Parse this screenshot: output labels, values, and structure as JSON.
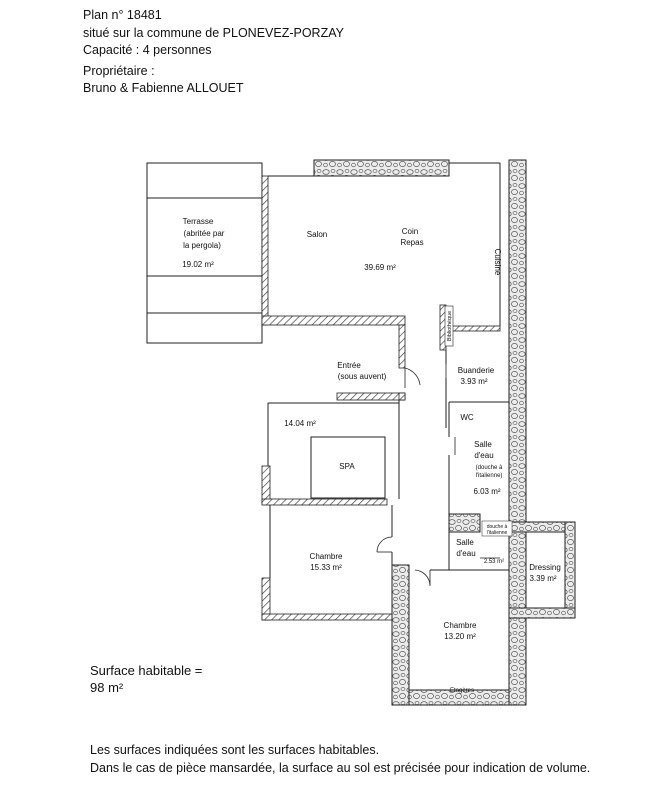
{
  "header": {
    "plan_number": "Plan n° 18481",
    "location": "situé sur la commune de PLONEVEZ-PORZAY",
    "capacity": "Capacité : 4 personnes",
    "owner_label": "Propriétaire :",
    "owner_name": "Bruno & Fabienne ALLOUET"
  },
  "rooms": {
    "terrasse": {
      "name_lines": [
        "Terrasse",
        "(abritée par",
        "la pergola)"
      ],
      "area": "19.02 m²"
    },
    "salon": {
      "name": "Salon"
    },
    "coin_repas": {
      "name_lines": [
        "Coin",
        "Repas"
      ]
    },
    "salon_area": "39.69 m²",
    "cuisine": {
      "name": "Cuisine"
    },
    "bibliotheque": {
      "name": "Bibliothèque"
    },
    "entree": {
      "name_lines": [
        "Entrée",
        "(sous auvent)"
      ]
    },
    "buanderie": {
      "name": "Buanderie",
      "area": "3.93 m²"
    },
    "wc": {
      "name": "WC"
    },
    "salle_eau_1": {
      "name_lines": [
        "Salle",
        "d'eau"
      ],
      "note_lines": [
        "(douche à",
        "l'italienne)"
      ],
      "area": "6.03 m²"
    },
    "spa_room": {
      "area": "14.04 m²"
    },
    "spa": {
      "name": "SPA"
    },
    "douche_note": {
      "lines": [
        "douche à",
        "l'italienne"
      ]
    },
    "salle_eau_2": {
      "name_lines": [
        "Salle",
        "d'eau"
      ],
      "area": "2.53 m²"
    },
    "dressing": {
      "name": "Dressing",
      "area": "3.39 m²"
    },
    "chambre_1": {
      "name": "Chambre",
      "area": "15.33 m²"
    },
    "chambre_2": {
      "name": "Chambre",
      "area": "13.20 m²"
    },
    "etageres": {
      "name": "Etagères"
    }
  },
  "surface": {
    "label": "Surface habitable =",
    "value": "98 m²"
  },
  "footer": {
    "line1": "Les surfaces indiquées sont les surfaces habitables.",
    "line2": "Dans le cas de pièce mansardée, la surface au sol est précisée pour indication de volume."
  },
  "colors": {
    "wall": "#222222",
    "stone_fill": "#ececec",
    "hatch": "#444444"
  }
}
